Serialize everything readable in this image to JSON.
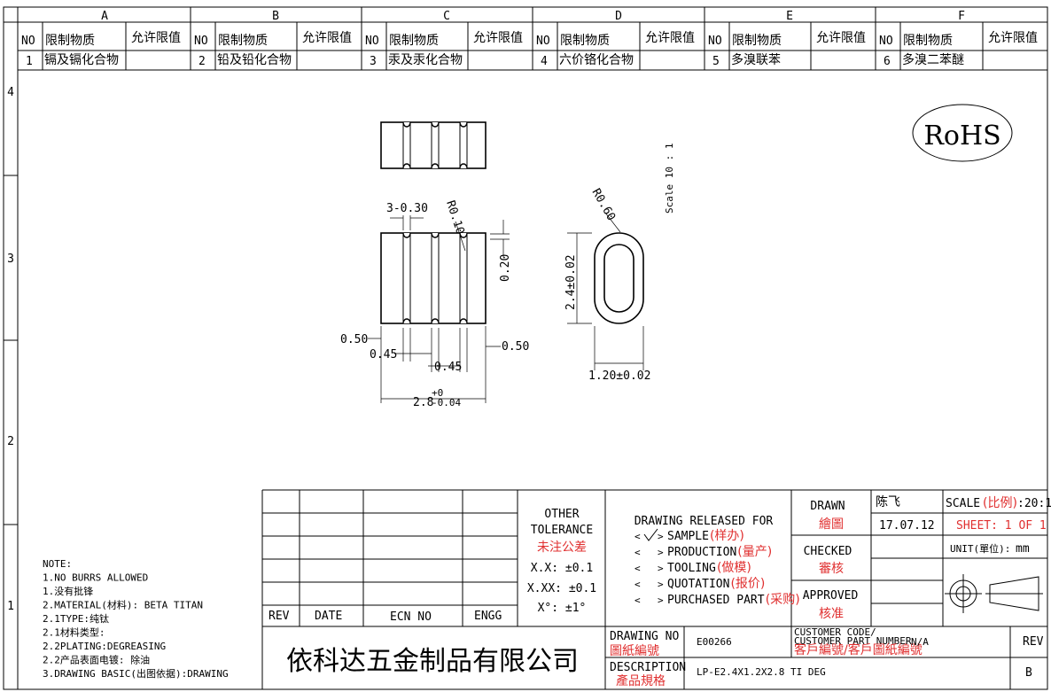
{
  "zones": {
    "columns": [
      "A",
      "B",
      "C",
      "D",
      "E",
      "F"
    ],
    "rows": [
      "4",
      "3",
      "2",
      "1"
    ]
  },
  "restriction_table": {
    "header_no": "NO",
    "header_substance": "限制物质",
    "header_limit": "允许限值",
    "items": [
      {
        "no": "1",
        "substance": "镉及镉化合物",
        "limit": ""
      },
      {
        "no": "2",
        "substance": "铅及铅化合物",
        "limit": ""
      },
      {
        "no": "3",
        "substance": "汞及汞化合物",
        "limit": ""
      },
      {
        "no": "4",
        "substance": "六价铬化合物",
        "limit": ""
      },
      {
        "no": "5",
        "substance": "多溴联苯",
        "limit": ""
      },
      {
        "no": "6",
        "substance": "多溴二苯醚",
        "limit": ""
      }
    ]
  },
  "rohs": "RoHS",
  "scale_note": "Scale 10 : 1",
  "dims": {
    "slots": "3-0.30",
    "r_slot": "R0.10",
    "depth": "0.20",
    "left_end": "0.50",
    "right_end": "0.50",
    "rib1": "0.45",
    "rib2": "0.45",
    "overall": "2.8",
    "overall_tol_up": "+0",
    "overall_tol_low": "-0.04",
    "r_end": "R0.60",
    "height": "2.4±0.02",
    "width": "1.20±0.02"
  },
  "notes": [
    "NOTE:",
    "1.NO BURRS ALLOWED",
    "1.没有批锋",
    "2.MATERIAL(材料): BETA TITAN",
    "2.1TYPE:纯钛",
    "2.1材料类型:",
    "2.2PLATING:DEGREASING",
    "2.2产品表面电镀: 除油",
    "3.DRAWING BASIC(出图依据):DRAWING"
  ],
  "title_block": {
    "rev_header": "REV",
    "date_header": "DATE",
    "ecn_header": "ECN NO",
    "engg_header": "ENGG",
    "other_tol": "OTHER",
    "tolerance": "TOLERANCE",
    "tol_cn": "未注公差",
    "tol_xx": "X.X: ±0.1",
    "tol_xxx": "X.XX: ±0.1",
    "tol_angle": "X°: ±1°",
    "released_for": "DRAWING RELEASED FOR",
    "release_opts": [
      {
        "en": "SAMPLE",
        "cn": "(样办)",
        "checked": true
      },
      {
        "en": "PRODUCTION",
        "cn": "(量产)",
        "checked": false
      },
      {
        "en": "TOOLING",
        "cn": "(做模)",
        "checked": false
      },
      {
        "en": "QUOTATION",
        "cn": "(报价)",
        "checked": false
      },
      {
        "en": "PURCHASED PART",
        "cn": "(采购)",
        "checked": false
      }
    ],
    "drawn_en": "DRAWN",
    "drawn_cn": "繪圖",
    "drawn_by": "陈飞",
    "drawn_date": "17.07.12",
    "checked_en": "CHECKED",
    "checked_cn": "審核",
    "approved_en": "APPROVED",
    "approved_cn": "核准",
    "scale_en": "SCALE",
    "scale_cn": "(比例)",
    "scale_val": ":20:1",
    "sheet": "SHEET:  1 OF 1",
    "unit_label": "UNIT(單位):",
    "unit_val": "mm",
    "company": "依科达五金制品有限公司",
    "drawing_no_en": "DRAWING NO",
    "drawing_no_cn": "圖紙編號",
    "drawing_no": "E00266",
    "cust_code_1": "CUSTOMER CODE/",
    "cust_code_2": "CUSTOMER PART NUMBER",
    "cust_code_cn": "客戶編號/客戶圖紙編號",
    "cust_val": "N/A",
    "rev_label": "REV",
    "rev_val": "B",
    "desc_en": "DESCRIPTION",
    "desc_cn": "產品規格",
    "desc_val": "LP-E2.4X1.2X2.8 TI DEG"
  }
}
